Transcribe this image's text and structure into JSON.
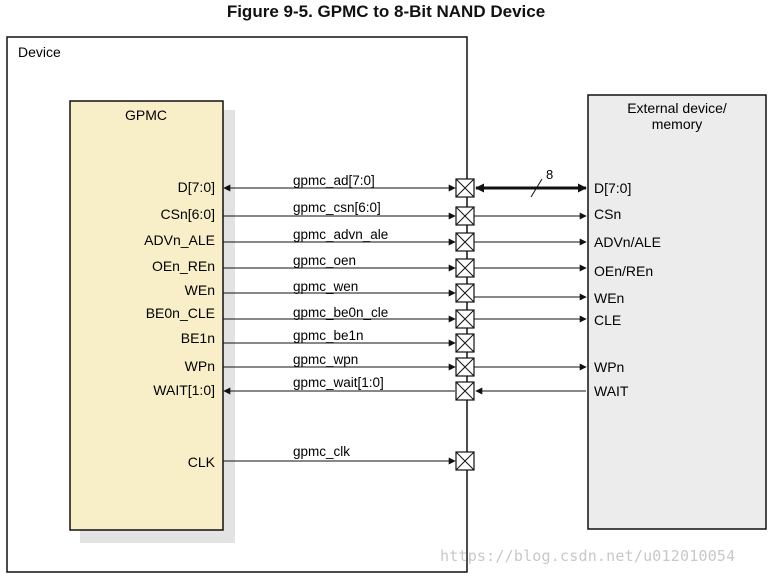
{
  "title": "Figure 9-5. GPMC to 8-Bit NAND Device",
  "device_label": "Device",
  "gpmc_label": "GPMC",
  "external_label_line1": "External device/",
  "external_label_line2": "memory",
  "bus_width": "8",
  "gpmc_pins": [
    "D[7:0]",
    "CSn[6:0]",
    "ADVn_ALE",
    "OEn_REn",
    "WEn",
    "BE0n_CLE",
    "BE1n",
    "WPn",
    "WAIT[1:0]",
    "CLK"
  ],
  "signals": [
    "gpmc_ad[7:0]",
    "gpmc_csn[6:0]",
    "gpmc_advn_ale",
    "gpmc_oen",
    "gpmc_wen",
    "gpmc_be0n_cle",
    "gpmc_be1n",
    "gpmc_wpn",
    "gpmc_wait[1:0]",
    "gpmc_clk"
  ],
  "ext_pins": [
    "D[7:0]",
    "CSn",
    "ADVn/ALE",
    "OEn/REn",
    "WEn",
    "CLE",
    "WPn",
    "WAIT"
  ],
  "watermark": "https://blog.csdn.net/u012010054"
}
